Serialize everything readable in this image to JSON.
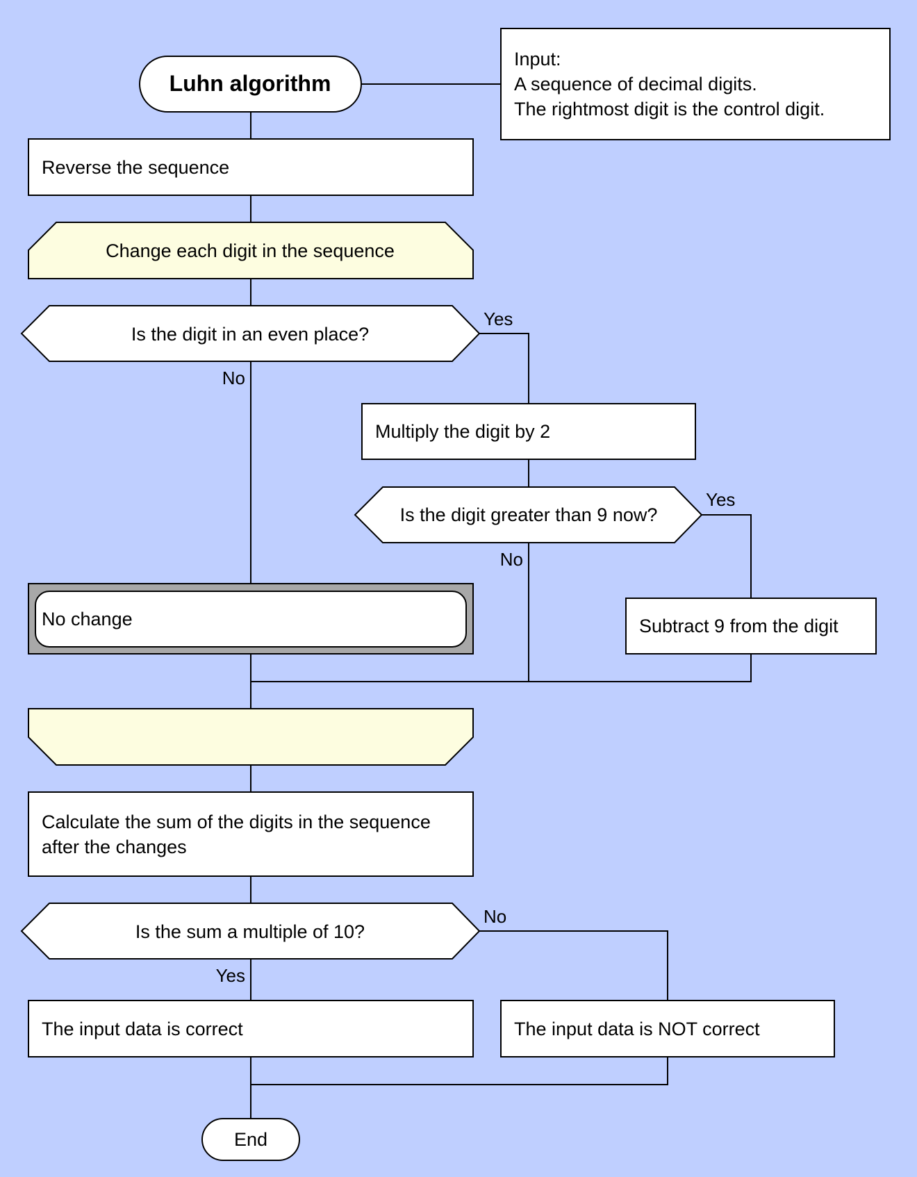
{
  "colors": {
    "background": "#bfcfff",
    "box_fill": "#ffffff",
    "loop_fill": "#fdfde0",
    "frame_fill": "#a8a8a8",
    "stroke": "#000000"
  },
  "title": "Luhn algorithm",
  "input_note": [
    "Input:",
    "A sequence of decimal digits.",
    "The rightmost digit is the control digit."
  ],
  "steps": {
    "reverse": "Reverse the sequence",
    "loop_start": "Change each digit in the sequence",
    "even_question": "Is the digit in an even place?",
    "multiply": "Multiply the digit by 2",
    "greater_question": "Is the digit greater than 9 now?",
    "no_change": "No change",
    "subtract": "Subtract 9 from the digit",
    "loop_end": "",
    "sum_lines": [
      "Calculate the sum of the digits in the sequence",
      "after the changes"
    ],
    "multiple_question": "Is the sum a multiple of 10?",
    "correct": "The input data is correct",
    "not_correct": "The input data is NOT correct",
    "end": "End"
  },
  "edge_labels": {
    "even_yes": "Yes",
    "even_no": "No",
    "greater_yes": "Yes",
    "greater_no": "No",
    "multiple_no": "No",
    "multiple_yes": "Yes"
  }
}
